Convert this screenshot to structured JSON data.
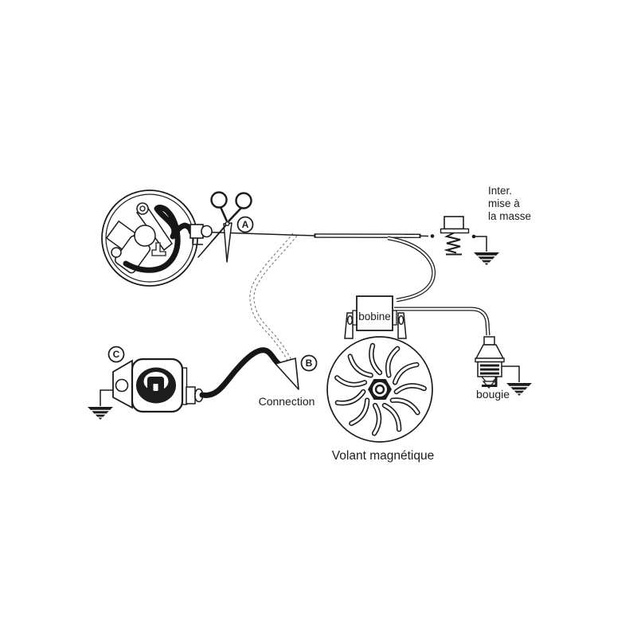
{
  "diagram": {
    "type": "magneto-ignition-wiring-diagram",
    "colors": {
      "ink": "#1c1c1c",
      "background": "#ffffff",
      "dashed_wire": "#7a7a7a"
    },
    "markers": {
      "a": "A",
      "b": "B",
      "c": "C"
    },
    "labels": {
      "ground_switch_line1": "Inter.",
      "ground_switch_line2": "mise à",
      "ground_switch_line3": "la masse",
      "coil": "bobine",
      "spark_plug": "bougie",
      "connection": "Connection",
      "flywheel": "Volant magnétique"
    }
  }
}
